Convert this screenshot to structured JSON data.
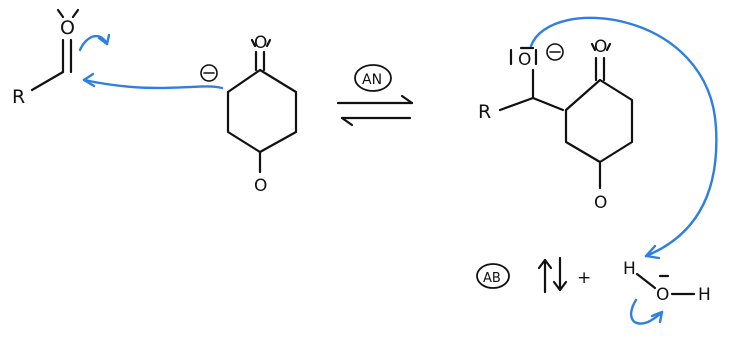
{
  "reactant_aldehyde": {
    "r_group": "R",
    "oxygen": "O",
    "lone_pairs": "̅̇"
  },
  "enolate": {
    "charge": "⊖",
    "top_oxygen": "O",
    "bottom_oxygen": "O"
  },
  "step1": {
    "badge": "AN",
    "arrow_symbol": "⇌"
  },
  "product_alkoxide": {
    "r_group": "R",
    "oxygen": "O",
    "charge": "⊖",
    "top_oxygen": "O",
    "bottom_oxygen": "O"
  },
  "step2": {
    "badge": "AB",
    "plus": "+"
  },
  "water": {
    "h_left": "H",
    "oxygen": "O",
    "h_right": "H"
  },
  "colors": {
    "ink": "#111111",
    "mechanism_arrow": "#2f7fe0"
  }
}
